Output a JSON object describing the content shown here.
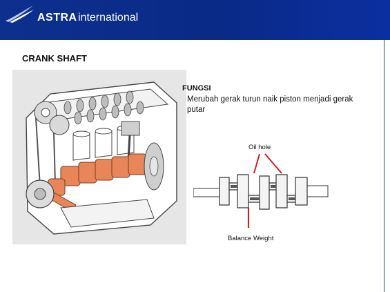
{
  "header": {
    "brand": "ASTRA",
    "brand_suffix": "international",
    "background_color": "#0d2f8e"
  },
  "slide": {
    "title": "CRANK SHAFT",
    "section_heading": "FUNGSI",
    "section_text": "Merubah gerak turun naik piston menjadi gerak putar"
  },
  "diagram": {
    "oil_hole_label": "Oil hole",
    "balance_weight_label": "Balance Weight",
    "accent_color": "#cc1f1f",
    "crankshaft_highlight_color": "#e8865a"
  }
}
